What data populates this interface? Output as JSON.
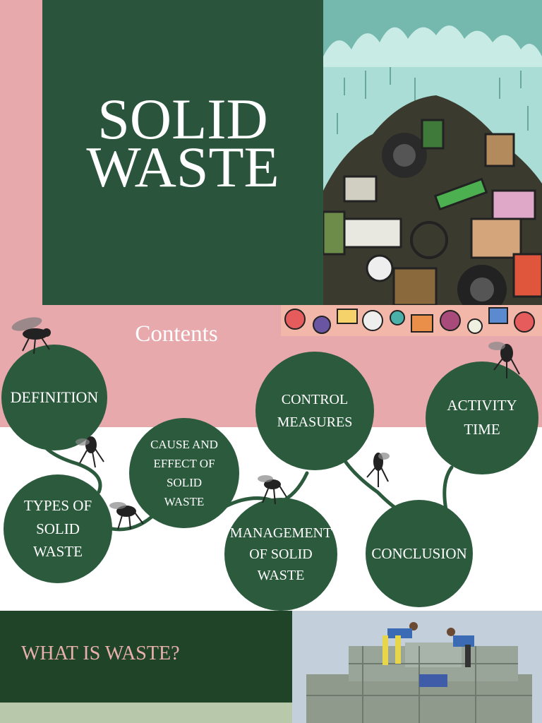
{
  "slide1": {
    "title_line1": "SOLID",
    "title_line2": "WASTE"
  },
  "slide2": {
    "heading": "Contents",
    "topics": [
      {
        "label": "DEFINITION"
      },
      {
        "label": "TYPES OF\nSOLID\nWASTE"
      },
      {
        "label": "CAUSE AND\nEFFECT OF\nSOLID\nWASTE"
      },
      {
        "label": "MANAGEMENT\nOF SOLID\nWASTE"
      },
      {
        "label": "CONTROL\nMEASURES"
      },
      {
        "label": "CONCLUSION"
      },
      {
        "label": "ACTIVITY\nTIME"
      }
    ]
  },
  "slide3": {
    "heading": "WHAT IS WASTE?"
  },
  "colors": {
    "pink": "#e8a9ad",
    "green": "#2a553c",
    "dark_green": "#1f4428",
    "sage": "#b8c8ab",
    "heading_pink": "#e8b0ac"
  }
}
